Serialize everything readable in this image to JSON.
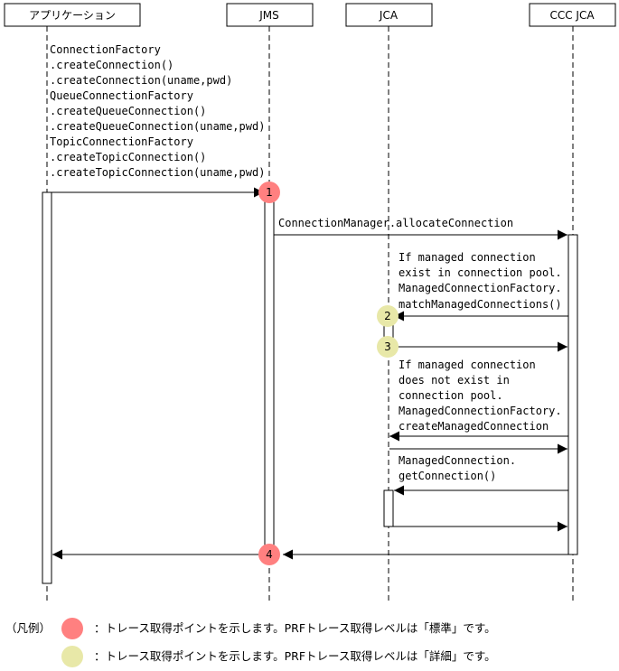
{
  "participants": [
    "アプリケーション",
    "JMS",
    "JCA",
    "CCC JCA"
  ],
  "messages": {
    "create_calls": [
      "ConnectionFactory",
      ".createConnection()",
      ".createConnection(uname,pwd)",
      "QueueConnectionFactory",
      ".createQueueConnection()",
      ".createQueueConnection(uname,pwd)",
      "TopicConnectionFactory",
      ".createTopicConnection()",
      ".createTopicConnection(uname,pwd)"
    ],
    "allocate": "ConnectionManager.allocateConnection",
    "match_note": [
      "If managed connection",
      "exist in connection pool.",
      "ManagedConnectionFactory.",
      "matchManagedConnections()"
    ],
    "create_note": [
      "If managed connection",
      "does not exist in",
      "connection pool.",
      "ManagedConnectionFactory.",
      "createManagedConnection"
    ],
    "get_note": [
      "ManagedConnection.",
      "getConnection()"
    ]
  },
  "trace_points": [
    "1",
    "2",
    "3",
    "4"
  ],
  "legend": {
    "prefix": "（凡例）",
    "standard": "：トレース取得ポイントを示します。PRFトレース取得レベルは「標準」です。",
    "detail": "：トレース取得ポイントを示します。PRFトレース取得レベルは「詳細」です。"
  },
  "colors": {
    "standard_point": "#ff8080",
    "detail_point": "#e8e8a8",
    "line": "#000000"
  }
}
